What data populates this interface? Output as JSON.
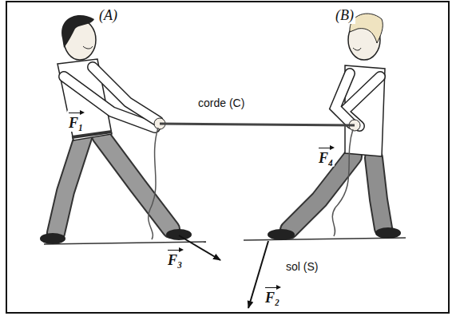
{
  "diagram": {
    "labels": [
      "(A)",
      "(B)",
      "corde (C)",
      "F₁",
      "F₄",
      "F₃",
      "sol (S)",
      "F₂"
    ]
  }
}
